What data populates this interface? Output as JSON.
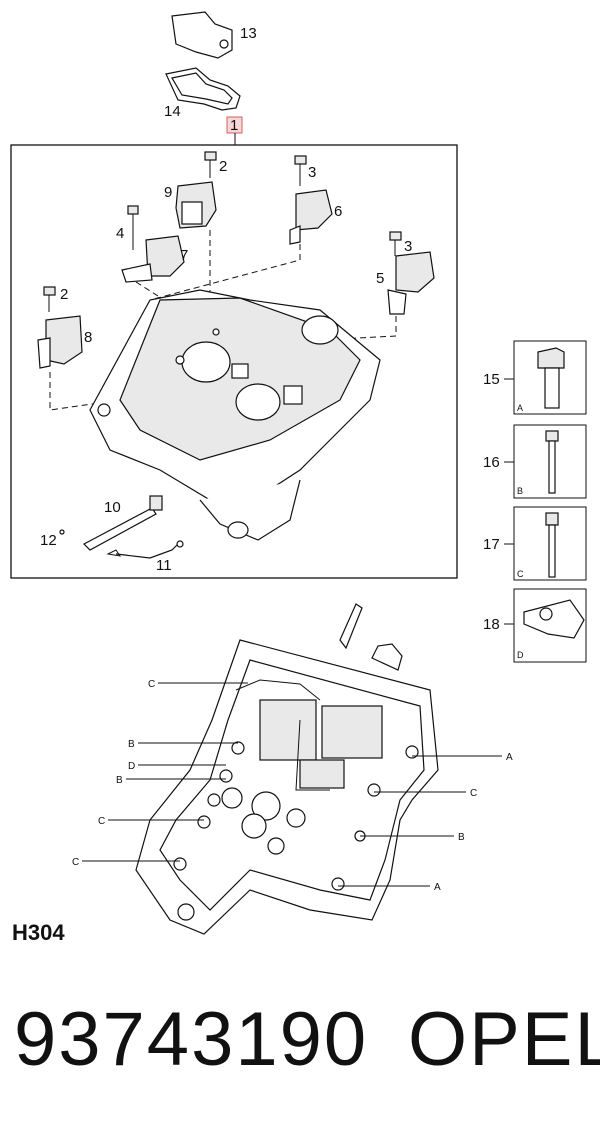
{
  "callouts": {
    "c1": "1",
    "c2a": "2",
    "c2b": "2",
    "c3a": "3",
    "c3b": "3",
    "c4": "4",
    "c5": "5",
    "c6": "6",
    "c7": "7",
    "c8": "8",
    "c9": "9",
    "c10": "10",
    "c11": "11",
    "c12": "12",
    "c13": "13",
    "c14": "14",
    "c15": "15",
    "c16": "16",
    "c17": "17",
    "c18": "18"
  },
  "bolt_boxes": {
    "b15": "A",
    "b16": "B",
    "b17": "C",
    "b18": "D"
  },
  "lower_labels": {
    "l1": "C",
    "l2": "B",
    "l3": "D",
    "l4": "B",
    "l5": "C",
    "l6": "C",
    "r1": "A",
    "r2": "C",
    "r3": "B",
    "r4": "A"
  },
  "code_label": "H304",
  "part_number": "93743190",
  "brand": "OPEL"
}
